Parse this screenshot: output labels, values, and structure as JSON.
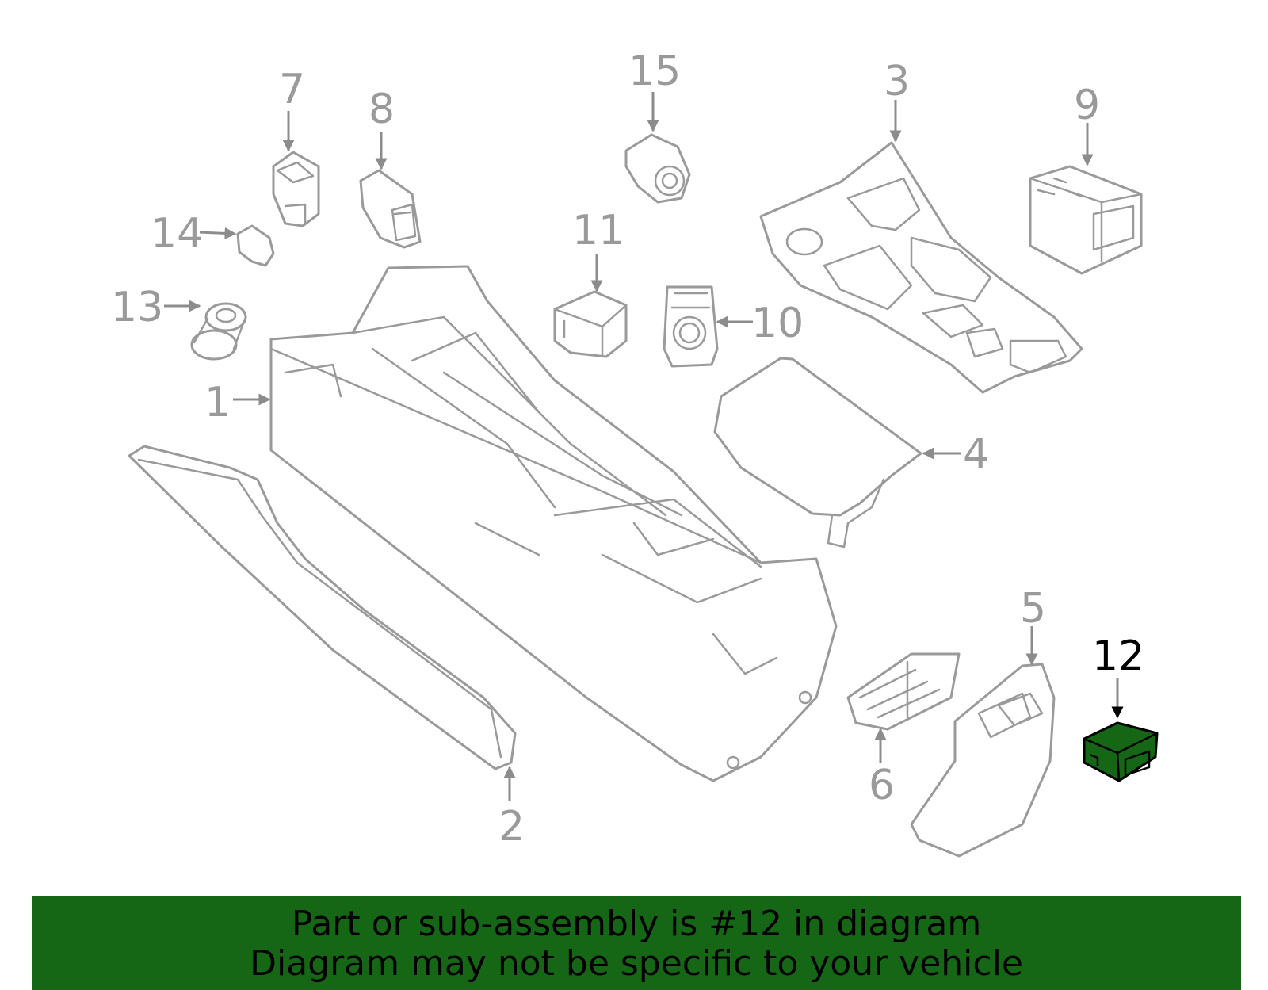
{
  "callouts": {
    "c1": "1",
    "c2": "2",
    "c3": "3",
    "c4": "4",
    "c5": "5",
    "c6": "6",
    "c7": "7",
    "c8": "8",
    "c9": "9",
    "c10": "10",
    "c11": "11",
    "c12": "12",
    "c13": "13",
    "c14": "14",
    "c15": "15"
  },
  "highlighted_part": "12",
  "colors": {
    "highlight": "#156615",
    "outline": "#9a9a9a",
    "banner": "#156615"
  },
  "banner": {
    "line1": "Part or sub-assembly is #12 in diagram",
    "line2": "Diagram may not be specific to your vehicle"
  }
}
